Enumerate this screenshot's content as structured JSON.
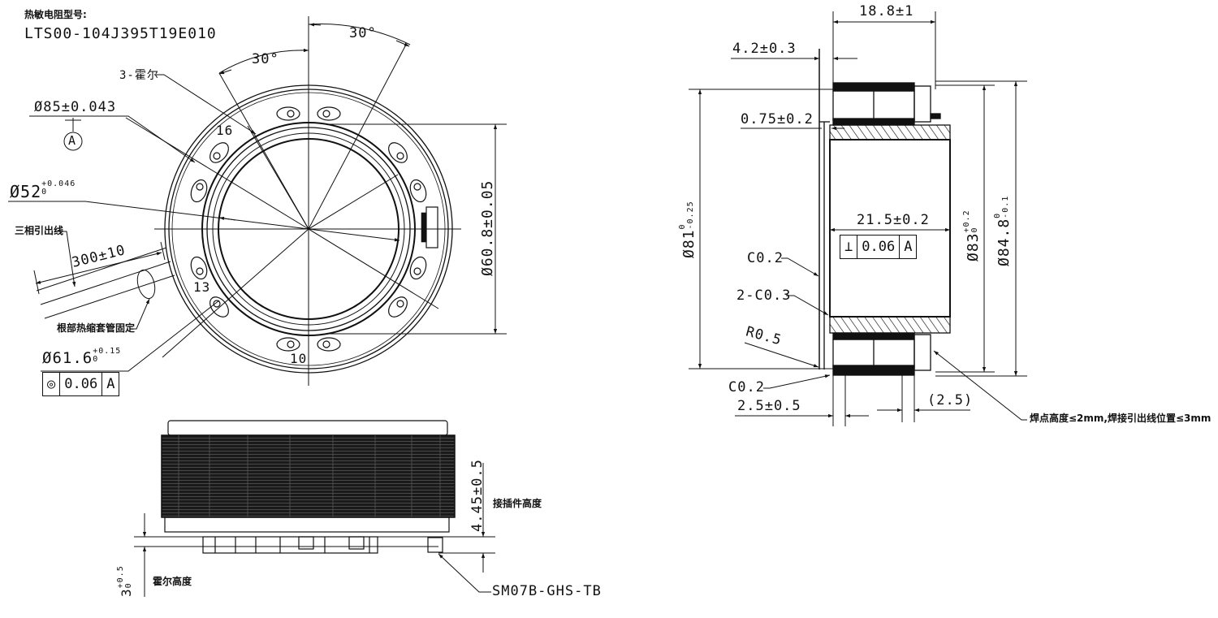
{
  "title_block": {
    "thermistor_label": "热敏电阻型号:",
    "thermistor_model": "LTS00-104J395T19E010"
  },
  "front_view": {
    "angle_left": "30°",
    "angle_right": "30°",
    "hall_count_label": "3-霍尔",
    "outer_diameter": "Ø85±0.043",
    "datum": "A",
    "inner_diameter_base": "Ø52",
    "inner_diameter_tol_upper": "+0.046",
    "inner_diameter_tol_lower": "0",
    "lead_wire_label": "三相引出线",
    "lead_length": "300±10",
    "heat_shrink_note": "根部热缩套管固定",
    "pcd_base": "Ø61.6",
    "pcd_tol_upper": "+0.15",
    "pcd_tol_lower": "0",
    "concentricity_frame": {
      "symbol": "◎",
      "tolerance": "0.06",
      "datum": "A"
    },
    "slot_numbers": [
      "16",
      "13",
      "10"
    ],
    "hall_pcd": "Ø60.8±0.05"
  },
  "side_view_bottom": {
    "connector_height_dim": "4.45±0.5",
    "connector_height_label": "接插件高度",
    "hall_height_base": "3",
    "hall_height_tol_upper": "+0.5",
    "hall_height_tol_lower": "0",
    "hall_height_label": "霍尔高度",
    "connector_part": "SM07B-GHS-TB"
  },
  "section_view": {
    "overall_width": "18.8±1",
    "offset_dim": "4.2±0.3",
    "gap_dim": "0.75±0.2",
    "diameter_left_base": "Ø81",
    "diameter_left_tol_upper": "0",
    "diameter_left_tol_lower": "-0.25",
    "stack_length": "21.5±0.2",
    "perpendicularity_frame": {
      "symbol": "⊥",
      "tolerance": "0.06",
      "datum": "A"
    },
    "chamfer_1": "C0.2",
    "chamfer_2": "2-C0.3",
    "radius": "R0.5",
    "chamfer_3": "C0.2",
    "bottom_dim": "2.5±0.5",
    "ref_dim": "(2.5)",
    "diameter_mid_base": "Ø83",
    "diameter_mid_tol_upper": "+0.2",
    "diameter_mid_tol_lower": "0",
    "diameter_right_base": "Ø84.8",
    "diameter_right_tol_upper": "0",
    "diameter_right_tol_lower": "-0.1",
    "solder_note": "焊点高度≤2mm,焊接引出线位置≤3mm"
  }
}
